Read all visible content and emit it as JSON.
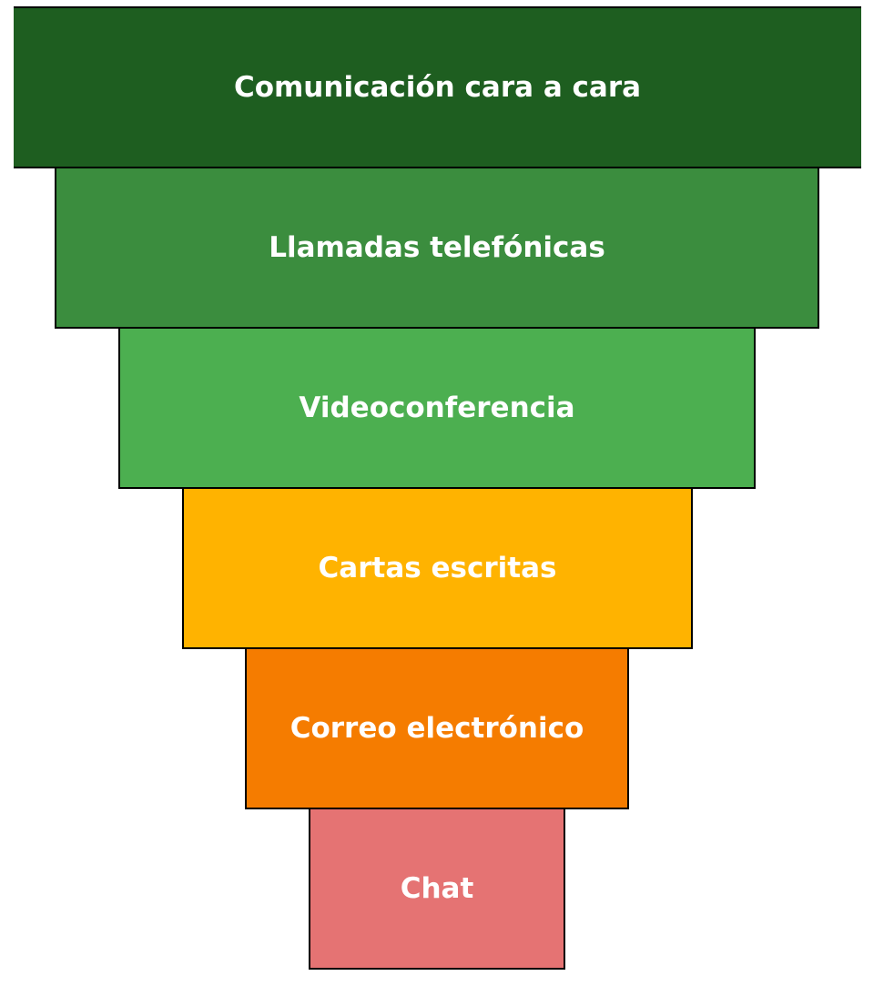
{
  "levels": [
    {
      "label": "Comunicación cara a cara",
      "color": "#1e5e20"
    },
    {
      "label": "Llamadas telefónicas",
      "color": "#3b8d3e"
    },
    {
      "label": "Videoconferencia",
      "color": "#4caf50"
    },
    {
      "label": "Cartas escritas",
      "color": "#ffb300"
    },
    {
      "label": "Correo electrónico",
      "color": "#f57c00"
    },
    {
      "label": "Chat",
      "color": "#e57373"
    }
  ]
}
